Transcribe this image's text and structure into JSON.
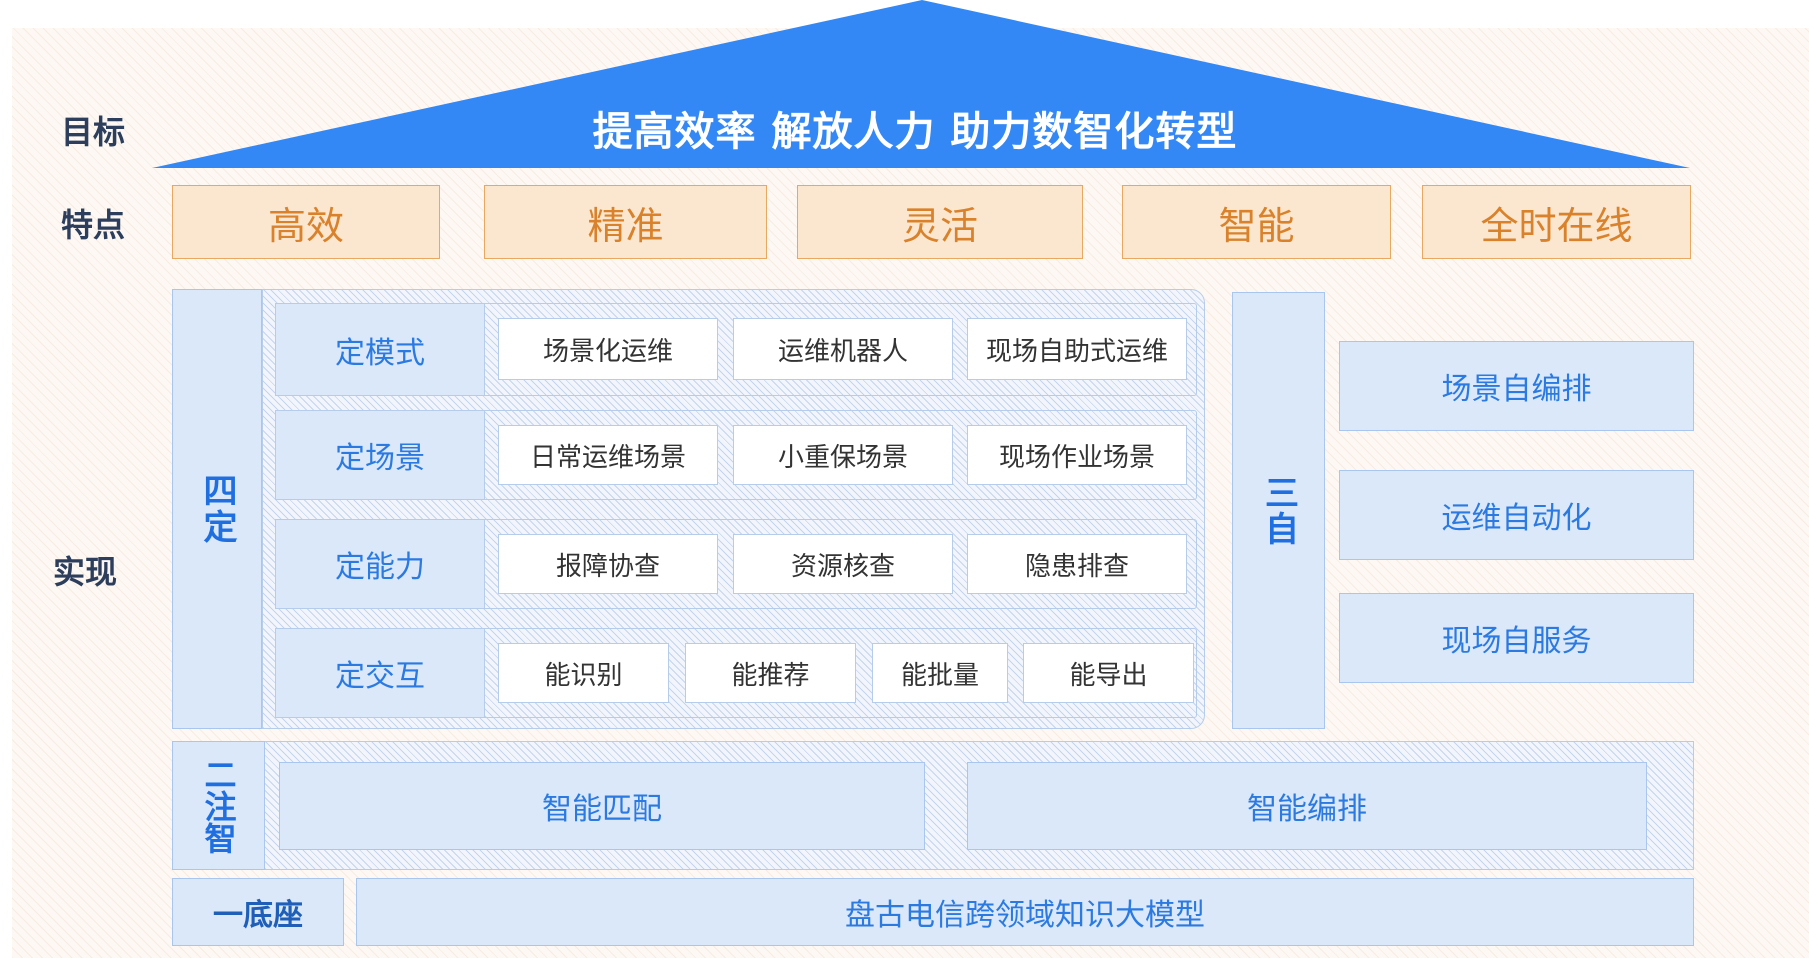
{
  "labels": {
    "goal": "目标",
    "features": "特点",
    "implementation": "实现"
  },
  "roof": {
    "title": "提高效率 解放人力 助力数智化转型",
    "color": "#3388f5"
  },
  "features": [
    "高效",
    "精准",
    "灵活",
    "智能",
    "全时在线"
  ],
  "four_fixed": {
    "label": "四定",
    "rows": [
      {
        "head": "定模式",
        "items": [
          "场景化运维",
          "运维机器人",
          "现场自助式运维"
        ]
      },
      {
        "head": "定场景",
        "items": [
          "日常运维场景",
          "小重保场景",
          "现场作业场景"
        ]
      },
      {
        "head": "定能力",
        "items": [
          "报障协查",
          "资源核查",
          "隐患排查"
        ]
      },
      {
        "head": "定交互",
        "items": [
          "能识别",
          "能推荐",
          "能批量",
          "能导出"
        ]
      }
    ]
  },
  "three_self": {
    "label": "三自",
    "items": [
      "场景自编排",
      "运维自动化",
      "现场自服务"
    ]
  },
  "two_inject": {
    "label": "二注智",
    "items": [
      "智能匹配",
      "智能编排"
    ]
  },
  "one_base": {
    "label": "一底座",
    "content": "盘古电信跨领域知识大模型"
  },
  "colors": {
    "accent_blue": "#3388f5",
    "feature_fill": "#fbe7cf",
    "feature_text": "#d9822b",
    "panel_fill": "#dbe8fa",
    "label_dark": "#2c3e5c"
  }
}
